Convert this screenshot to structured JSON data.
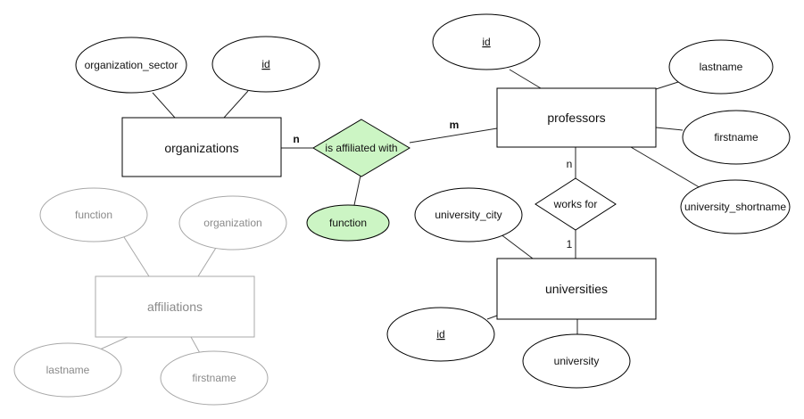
{
  "diagram": {
    "entities": {
      "organizations": "organizations",
      "professors": "professors",
      "universities": "universities",
      "affiliations": "affiliations"
    },
    "relationships": {
      "affiliated": "is affiliated with",
      "works_for": "works for"
    },
    "attributes": {
      "org_sector": "organization_sector",
      "org_id": "id",
      "prof_id": "id",
      "prof_lastname": "lastname",
      "prof_firstname": "firstname",
      "prof_uni_short": "university_shortname",
      "uni_city": "university_city",
      "uni_id": "id",
      "uni_university": "university",
      "rel_function": "function",
      "aff_function": "function",
      "aff_organization": "organization",
      "aff_lastname": "lastname",
      "aff_firstname": "firstname"
    },
    "cardinality": {
      "org_n": "n",
      "prof_m": "m",
      "prof_n": "n",
      "uni_1": "1"
    },
    "colors": {
      "highlight": "#ccf5c4",
      "faded": "#a8a8a8",
      "line": "#000000"
    }
  }
}
